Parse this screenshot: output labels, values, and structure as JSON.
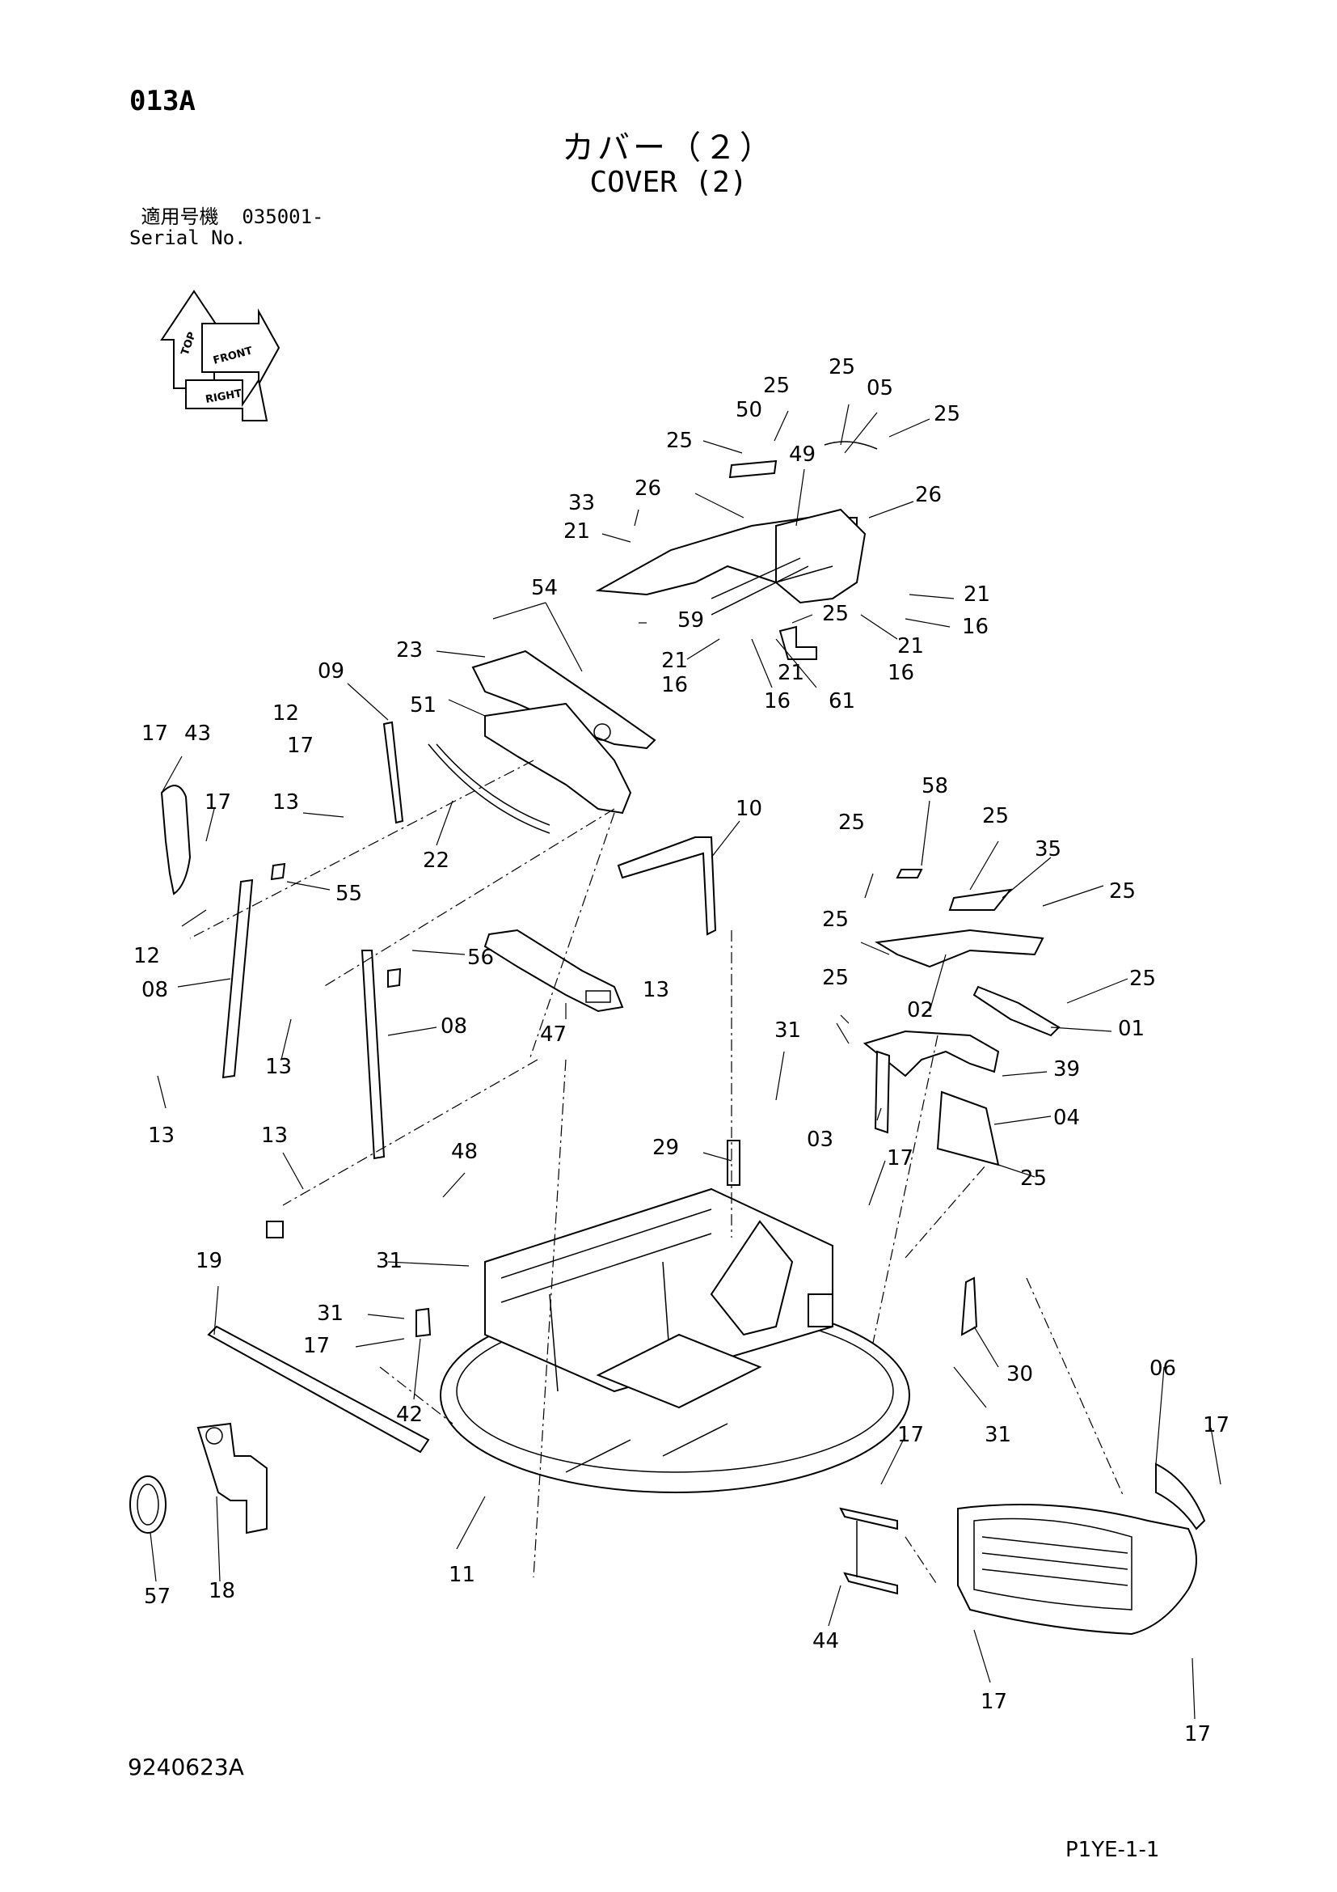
{
  "page": {
    "code": "013A",
    "title_jp": "カバー（２）",
    "title_en": "COVER (2)",
    "serial_label_jp": "適用号機",
    "serial_value": "035001-",
    "serial_label_en": "Serial No.",
    "drawing_number": "9240623A",
    "sheet_number": "P1YE-1-1"
  },
  "orientation_legend": [
    "TOP",
    "FRONT",
    "RIGHT"
  ],
  "callouts": [
    {
      "id": "c-05",
      "label": "05"
    },
    {
      "id": "c-25a",
      "label": "25"
    },
    {
      "id": "c-25b",
      "label": "25"
    },
    {
      "id": "c-50",
      "label": "50"
    },
    {
      "id": "c-25c",
      "label": "25"
    },
    {
      "id": "c-25d",
      "label": "25"
    },
    {
      "id": "c-49",
      "label": "49"
    },
    {
      "id": "c-33",
      "label": "33"
    },
    {
      "id": "c-26a",
      "label": "26"
    },
    {
      "id": "c-26b",
      "label": "26"
    },
    {
      "id": "c-21a",
      "label": "21"
    },
    {
      "id": "c-21b",
      "label": "21"
    },
    {
      "id": "c-16a",
      "label": "16"
    },
    {
      "id": "c-54",
      "label": "54"
    },
    {
      "id": "c-59",
      "label": "59"
    },
    {
      "id": "c-25e",
      "label": "25"
    },
    {
      "id": "c-21c",
      "label": "21"
    },
    {
      "id": "c-21d",
      "label": "21"
    },
    {
      "id": "c-21e",
      "label": "21"
    },
    {
      "id": "c-16b",
      "label": "16"
    },
    {
      "id": "c-16c",
      "label": "16"
    },
    {
      "id": "c-16d",
      "label": "16"
    },
    {
      "id": "c-61",
      "label": "61"
    },
    {
      "id": "c-23",
      "label": "23"
    },
    {
      "id": "c-09",
      "label": "09"
    },
    {
      "id": "c-51",
      "label": "51"
    },
    {
      "id": "c-12a",
      "label": "12"
    },
    {
      "id": "c-17a",
      "label": "17"
    },
    {
      "id": "c-43",
      "label": "43"
    },
    {
      "id": "c-17b",
      "label": "17"
    },
    {
      "id": "c-17c",
      "label": "17"
    },
    {
      "id": "c-13a",
      "label": "13"
    },
    {
      "id": "c-22",
      "label": "22"
    },
    {
      "id": "c-55",
      "label": "55"
    },
    {
      "id": "c-12b",
      "label": "12"
    },
    {
      "id": "c-10",
      "label": "10"
    },
    {
      "id": "c-58",
      "label": "58"
    },
    {
      "id": "c-25f",
      "label": "25"
    },
    {
      "id": "c-25g",
      "label": "25"
    },
    {
      "id": "c-35",
      "label": "35"
    },
    {
      "id": "c-25h",
      "label": "25"
    },
    {
      "id": "c-56",
      "label": "56"
    },
    {
      "id": "c-08a",
      "label": "08"
    },
    {
      "id": "c-13b",
      "label": "13"
    },
    {
      "id": "c-25i",
      "label": "25"
    },
    {
      "id": "c-25j",
      "label": "25"
    },
    {
      "id": "c-08b",
      "label": "08"
    },
    {
      "id": "c-47",
      "label": "47"
    },
    {
      "id": "c-13c",
      "label": "13"
    },
    {
      "id": "c-02",
      "label": "02"
    },
    {
      "id": "c-25k",
      "label": "25"
    },
    {
      "id": "c-01",
      "label": "01"
    },
    {
      "id": "c-31a",
      "label": "31"
    },
    {
      "id": "c-39",
      "label": "39"
    },
    {
      "id": "c-13d",
      "label": "13"
    },
    {
      "id": "c-13e",
      "label": "13"
    },
    {
      "id": "c-03",
      "label": "03"
    },
    {
      "id": "c-04",
      "label": "04"
    },
    {
      "id": "c-29",
      "label": "29"
    },
    {
      "id": "c-48",
      "label": "48"
    },
    {
      "id": "c-17d",
      "label": "17"
    },
    {
      "id": "c-25l",
      "label": "25"
    },
    {
      "id": "c-19",
      "label": "19"
    },
    {
      "id": "c-31b",
      "label": "31"
    },
    {
      "id": "c-31c",
      "label": "31"
    },
    {
      "id": "c-17e",
      "label": "17"
    },
    {
      "id": "c-30",
      "label": "30"
    },
    {
      "id": "c-42",
      "label": "42"
    },
    {
      "id": "c-06",
      "label": "06"
    },
    {
      "id": "c-31d",
      "label": "31"
    },
    {
      "id": "c-17f",
      "label": "17"
    },
    {
      "id": "c-17g",
      "label": "17"
    },
    {
      "id": "c-11",
      "label": "11"
    },
    {
      "id": "c-57",
      "label": "57"
    },
    {
      "id": "c-18",
      "label": "18"
    },
    {
      "id": "c-44",
      "label": "44"
    },
    {
      "id": "c-17h",
      "label": "17"
    },
    {
      "id": "c-17i",
      "label": "17"
    }
  ]
}
